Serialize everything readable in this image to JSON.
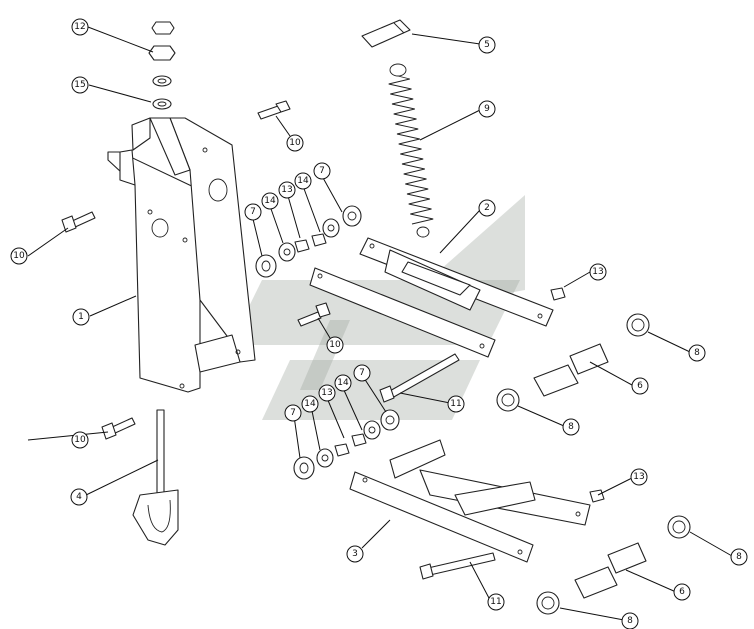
{
  "colors": {
    "line": "#222222",
    "watermark": "#9aa39a",
    "muted_label": "#b08a4a"
  },
  "callouts": [
    {
      "id": "c12a",
      "label": "12"
    },
    {
      "id": "c15",
      "label": "15"
    },
    {
      "id": "c5",
      "label": "5"
    },
    {
      "id": "c9",
      "label": "9"
    },
    {
      "id": "c10a",
      "label": "10"
    },
    {
      "id": "c10b",
      "label": "10"
    },
    {
      "id": "c10c",
      "label": "10",
      "muted": true
    },
    {
      "id": "c10d",
      "label": "10"
    },
    {
      "id": "c1",
      "label": "1"
    },
    {
      "id": "c2",
      "label": "2"
    },
    {
      "id": "c7a",
      "label": "7"
    },
    {
      "id": "c14a",
      "label": "14"
    },
    {
      "id": "c13a",
      "label": "13"
    },
    {
      "id": "c14b",
      "label": "14"
    },
    {
      "id": "c7b",
      "label": "7"
    },
    {
      "id": "c13b",
      "label": "13"
    },
    {
      "id": "c8a",
      "label": "8"
    },
    {
      "id": "c6a",
      "label": "6"
    },
    {
      "id": "c8b",
      "label": "8"
    },
    {
      "id": "c7c",
      "label": "7"
    },
    {
      "id": "c13c",
      "label": "13"
    },
    {
      "id": "c14c",
      "label": "14"
    },
    {
      "id": "c7d",
      "label": "7"
    },
    {
      "id": "c14d",
      "label": "14",
      "muted": true
    },
    {
      "id": "c11a",
      "label": "11"
    },
    {
      "id": "c4",
      "label": "4"
    },
    {
      "id": "c13d",
      "label": "13"
    },
    {
      "id": "c3",
      "label": "3"
    },
    {
      "id": "c8c",
      "label": "8"
    },
    {
      "id": "c6b",
      "label": "6"
    },
    {
      "id": "c11b",
      "label": "11"
    },
    {
      "id": "c8d",
      "label": "8"
    }
  ]
}
